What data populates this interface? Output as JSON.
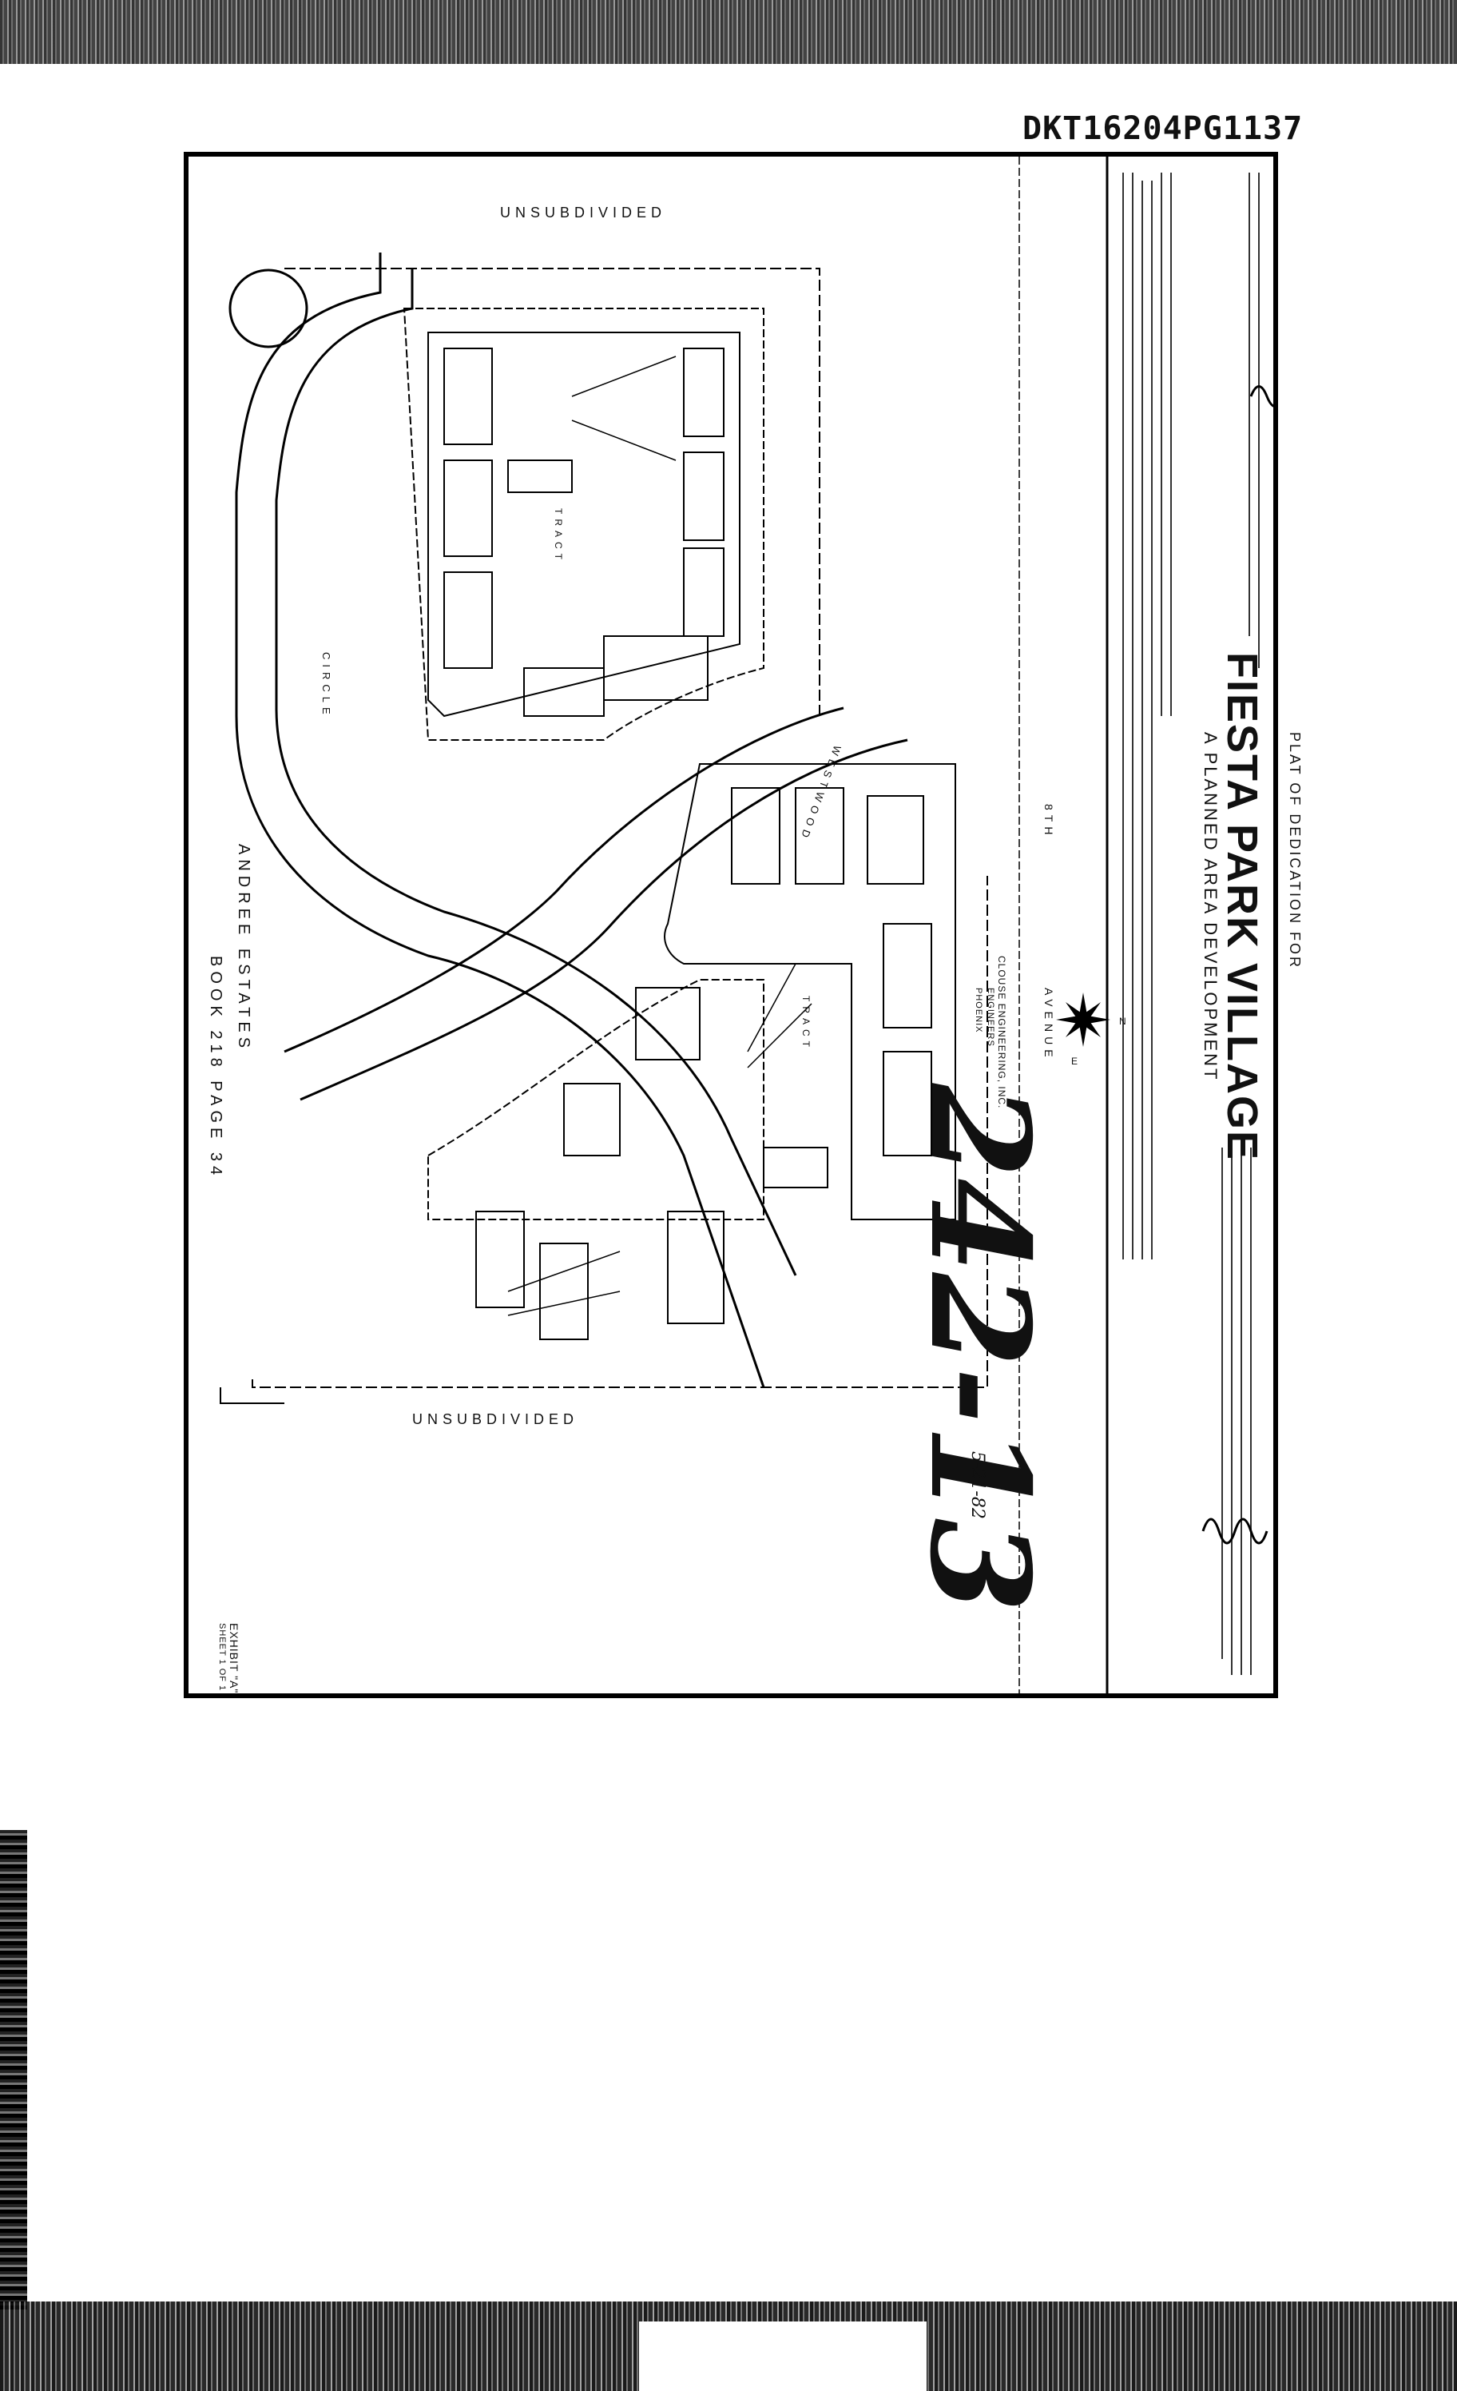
{
  "docket": "DKT16204PG1137",
  "plat": {
    "heading": "PLAT OF DEDICATION FOR",
    "title": "FIESTA PARK VILLAGE",
    "subtitle": "A PLANNED AREA DEVELOPMENT",
    "street_8th": "8TH",
    "street_avenue": "AVENUE",
    "street_westwood": "WESTWOOD",
    "street_circle": "CIRCLE",
    "unsub_top": "UNSUBDIVIDED",
    "unsub_bottom": "UNSUBDIVIDED",
    "tract_a": "TRACT",
    "tract_b": "TRACT",
    "estates": "ANDREE ESTATES",
    "book": "BOOK 218 PAGE 34",
    "engineer_name": "CLOUSE ENGINEERING, INC.",
    "engineer_role": "ENGINEERS",
    "engineer_city": "PHOENIX",
    "compass_n": "N",
    "compass_e": "E",
    "exhibit": "EXHIBIT \"A\"",
    "sheet": "SHEET 1 OF 1",
    "handwritten_number": "242-13",
    "handwritten_date": "5-21-82"
  }
}
